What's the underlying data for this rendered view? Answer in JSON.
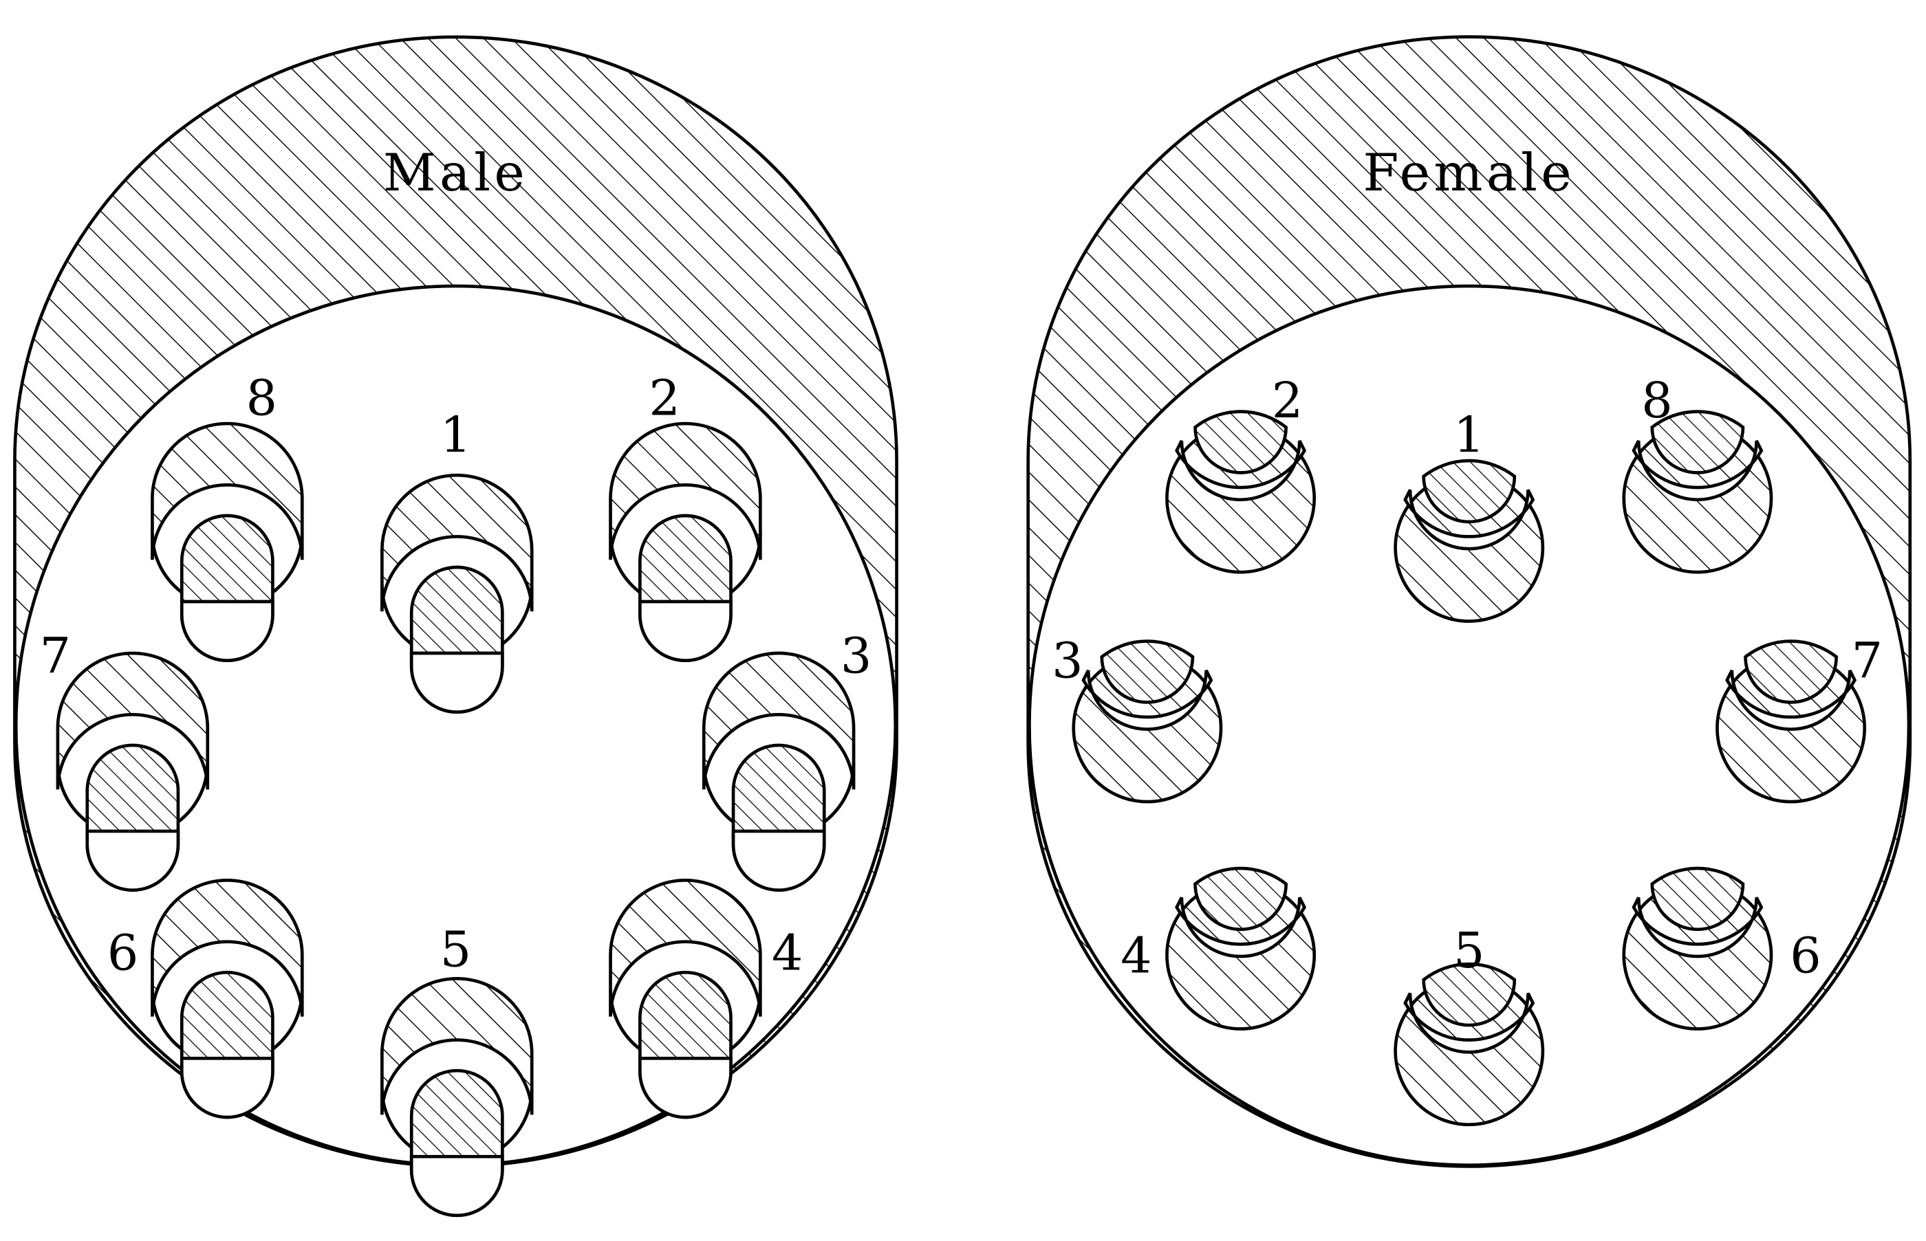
{
  "connectors": {
    "male": {
      "title": "Male",
      "pins": [
        {
          "num": "1",
          "label": "1"
        },
        {
          "num": "2",
          "label": "2"
        },
        {
          "num": "3",
          "label": "3"
        },
        {
          "num": "4",
          "label": "4"
        },
        {
          "num": "5",
          "label": "5"
        },
        {
          "num": "6",
          "label": "6"
        },
        {
          "num": "7",
          "label": "7"
        },
        {
          "num": "8",
          "label": "8"
        }
      ]
    },
    "female": {
      "title": "Female",
      "sockets": [
        {
          "num": "1",
          "label": "1"
        },
        {
          "num": "2",
          "label": "2"
        },
        {
          "num": "3",
          "label": "3"
        },
        {
          "num": "4",
          "label": "4"
        },
        {
          "num": "5",
          "label": "5"
        },
        {
          "num": "6",
          "label": "6"
        },
        {
          "num": "7",
          "label": "7"
        },
        {
          "num": "8",
          "label": "8"
        }
      ]
    }
  },
  "style": {
    "line_color": "#000000",
    "background": "#ffffff",
    "hatch": "diagonal"
  }
}
